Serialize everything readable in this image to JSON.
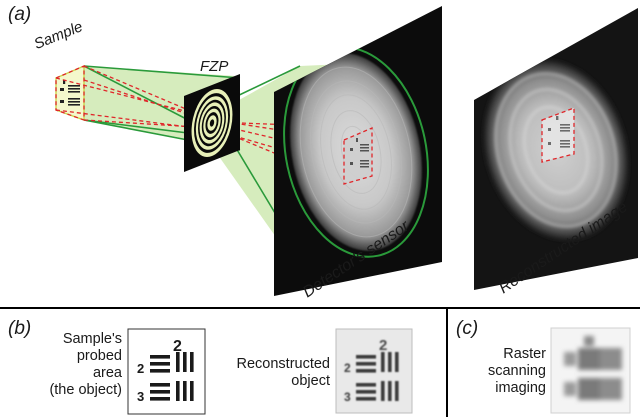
{
  "panel_a": {
    "letter": "(a)",
    "sample_label": "Sample",
    "fzp_label": "FZP",
    "detector_label": "Detector's sensor",
    "reconstructed_label": "Reconstructed image",
    "colors": {
      "beam_fill": "#c8e6a8",
      "beam_edge": "#2a9a3a",
      "ray_dash": "#e0262a",
      "sample_outline": "#d8e85a"
    }
  },
  "panel_b": {
    "letter": "(b)",
    "object_label_lines": [
      "Sample's",
      "probed",
      "area",
      "(the object)"
    ],
    "recon_label_lines": [
      "Reconstructed",
      "object"
    ],
    "target_digits": [
      "2",
      "2",
      "3"
    ]
  },
  "panel_c": {
    "letter": "(c)",
    "raster_label_lines": [
      "Raster",
      "scanning",
      "imaging"
    ]
  }
}
